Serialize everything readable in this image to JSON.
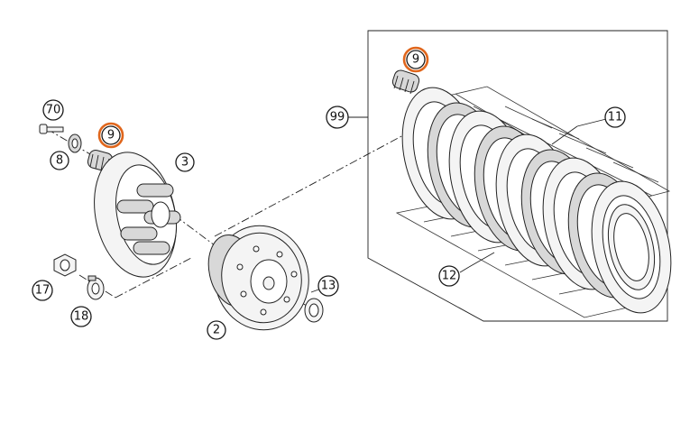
{
  "diagram": {
    "callouts": [
      {
        "id": "c70",
        "label": "70",
        "highlight": false
      },
      {
        "id": "c9a",
        "label": "9",
        "highlight": true
      },
      {
        "id": "c8",
        "label": "8",
        "highlight": false
      },
      {
        "id": "c3",
        "label": "3",
        "highlight": false
      },
      {
        "id": "c17",
        "label": "17",
        "highlight": false
      },
      {
        "id": "c18",
        "label": "18",
        "highlight": false
      },
      {
        "id": "c2",
        "label": "2",
        "highlight": false
      },
      {
        "id": "c13",
        "label": "13",
        "highlight": false
      },
      {
        "id": "c99",
        "label": "99",
        "highlight": false
      },
      {
        "id": "c9b",
        "label": "9",
        "highlight": true
      },
      {
        "id": "c11",
        "label": "11",
        "highlight": false
      },
      {
        "id": "c12",
        "label": "12",
        "highlight": false
      }
    ],
    "colors": {
      "highlight": "#e0661c",
      "line": "#222222",
      "background": "#ffffff"
    }
  }
}
